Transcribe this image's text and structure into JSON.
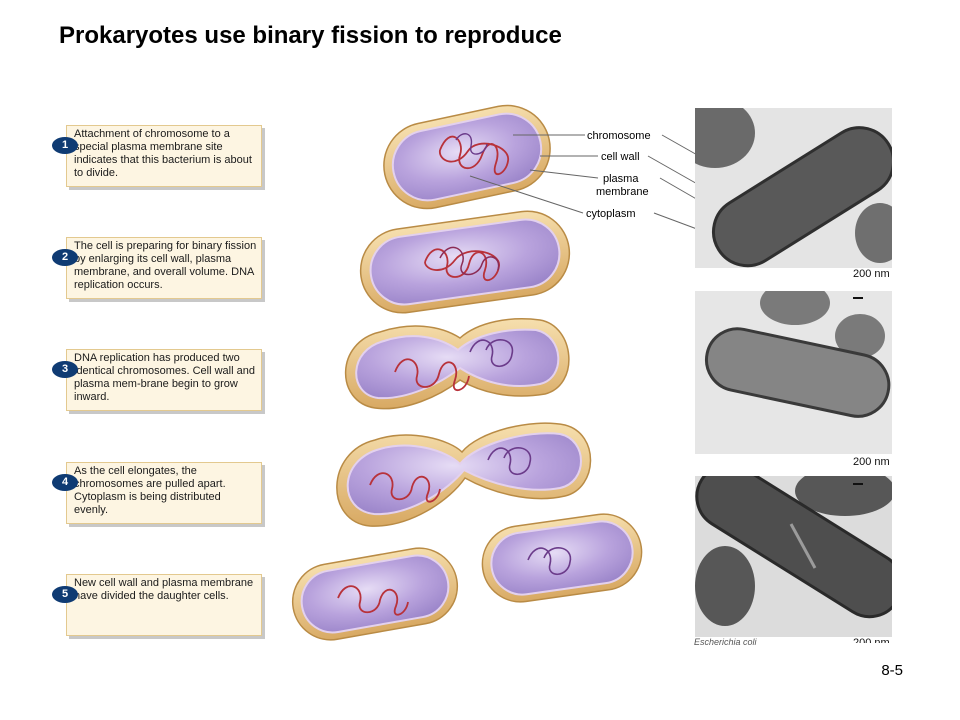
{
  "title": "Prokaryotes use binary fission to reproduce",
  "steps": [
    {
      "number": "1",
      "text": "Attachment of chromosome to a special plasma membrane site indicates that this bacterium is about to divide."
    },
    {
      "number": "2",
      "text": "The cell is preparing for binary fission by enlarging its cell wall, plasma membrane, and overall volume. DNA replication occurs."
    },
    {
      "number": "3",
      "text": "DNA replication has produced two identical chromosomes. Cell wall and plasma mem-brane begin to grow inward."
    },
    {
      "number": "4",
      "text": "As the cell elongates, the chromosomes are pulled apart. Cytoplasm is being distributed evenly."
    },
    {
      "number": "5",
      "text": "New cell wall and plasma membrane have divided the daughter cells."
    }
  ],
  "labels": {
    "chromosome": "chromosome",
    "cell_wall": "cell wall",
    "plasma_membrane_1": "plasma",
    "plasma_membrane_2": "membrane",
    "cytoplasm": "cytoplasm"
  },
  "scale_bars": [
    "200 nm",
    "200 nm",
    "200 nm"
  ],
  "caption": "Escherichia coli",
  "page_number": "8-5",
  "colors": {
    "step_box_fill": "#fdf5e2",
    "step_badge": "#0f3b73",
    "cell_wall": "#e9c58a",
    "cytoplasm": "#b9a3dd",
    "chromosome": "#b8323a"
  }
}
